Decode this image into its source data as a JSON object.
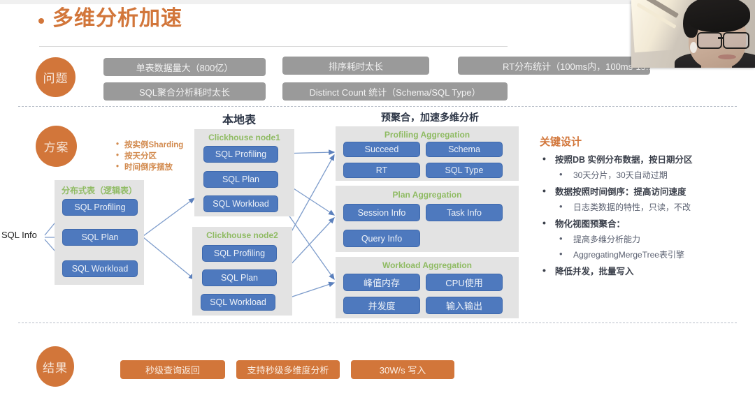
{
  "slide": {
    "title": "多维分析加速",
    "stages": {
      "problem": "问题",
      "plan": "方案",
      "result": "结果"
    },
    "problems": [
      "单表数据量大（800亿）",
      "排序耗时太长",
      "RT分布统计（100ms内，100ms-1s…",
      "SQL聚合分析耗时太长",
      "Distinct Count 统计（Schema/SQL Type）"
    ],
    "captions": {
      "local_table": "本地表",
      "pre_aggregation": "预聚合，加速多维分析"
    },
    "plan_bullets": [
      "按实例Sharding",
      "按天分区",
      "时间倒序摆放"
    ],
    "sql_info_label": "SQL Info",
    "distributed_panel": {
      "title": "分布式表（逻辑表）",
      "items": [
        "SQL Profiling",
        "SQL Plan",
        "SQL Workload"
      ]
    },
    "clickhouse_nodes": [
      {
        "title": "Clickhouse node1",
        "items": [
          "SQL Profiling",
          "SQL Plan",
          "SQL Workload"
        ]
      },
      {
        "title": "Clickhouse node2",
        "items": [
          "SQL Profiling",
          "SQL Plan",
          "SQL Workload"
        ]
      }
    ],
    "aggregations": [
      {
        "title": "Profiling Aggregation",
        "items": [
          "Succeed",
          "Schema",
          "RT",
          "SQL Type"
        ]
      },
      {
        "title": "Plan Aggregation",
        "items": [
          "Session Info",
          "Task Info",
          "Query Info"
        ]
      },
      {
        "title": "Workload Aggregation",
        "items": [
          "峰值内存",
          "CPU使用",
          "并发度",
          "输入输出"
        ]
      }
    ],
    "key_design": {
      "title": "关键设计",
      "items": [
        {
          "level": 1,
          "text": "按照DB 实例分布数据，按日期分区"
        },
        {
          "level": 2,
          "text": "30天分片，30天自动过期"
        },
        {
          "level": 1,
          "text": "数据按照时间倒序：提高访问速度"
        },
        {
          "level": 2,
          "text": "日志类数据的特性，只读，不改"
        },
        {
          "level": 1,
          "text": "物化视图预聚合："
        },
        {
          "level": 2,
          "text": "提高多维分析能力"
        },
        {
          "level": 2,
          "text": "AggregatingMergeTree表引擎"
        },
        {
          "level": 1,
          "text": "降低并发，批量写入"
        }
      ]
    },
    "results": [
      "秒级查询返回",
      "支持秒级多维度分析",
      "30W/s 写入"
    ]
  },
  "colors": {
    "accent_orange": "#d2763a",
    "box_blue": "#4e79be",
    "panel_gray": "#e3e3e3",
    "pill_gray": "#9a9a9a",
    "panel_title_green": "#8fbb63",
    "caption_dark": "#2b3445"
  },
  "webcam": {
    "label": "presenter-video"
  }
}
